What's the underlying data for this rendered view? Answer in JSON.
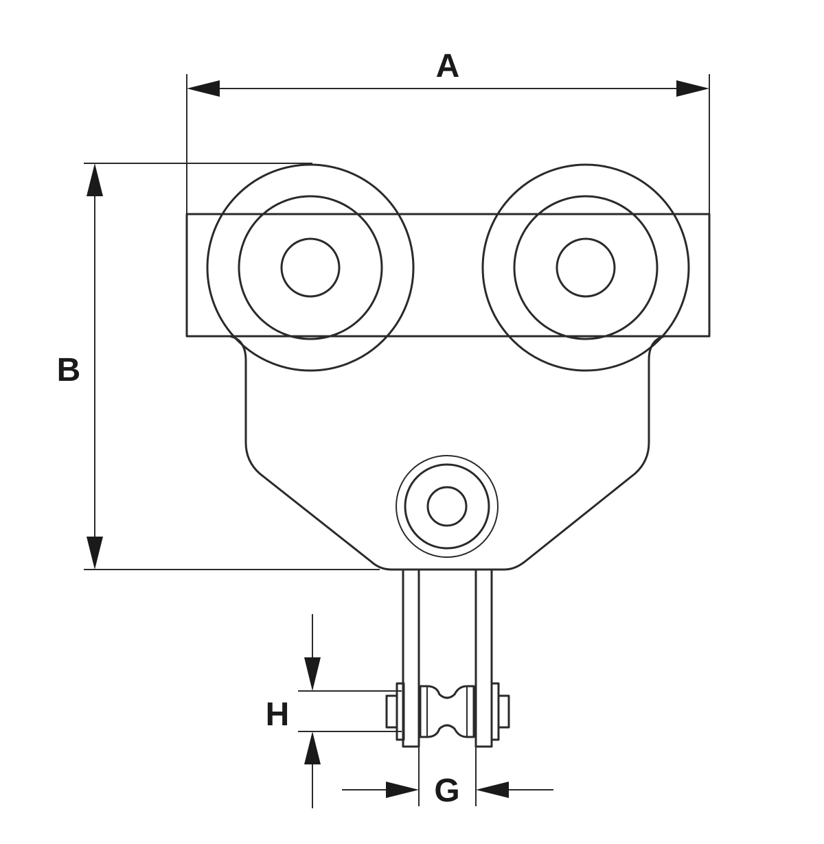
{
  "diagram": {
    "dimensions": {
      "a": "A",
      "b": "B",
      "g": "G",
      "h": "H"
    }
  }
}
